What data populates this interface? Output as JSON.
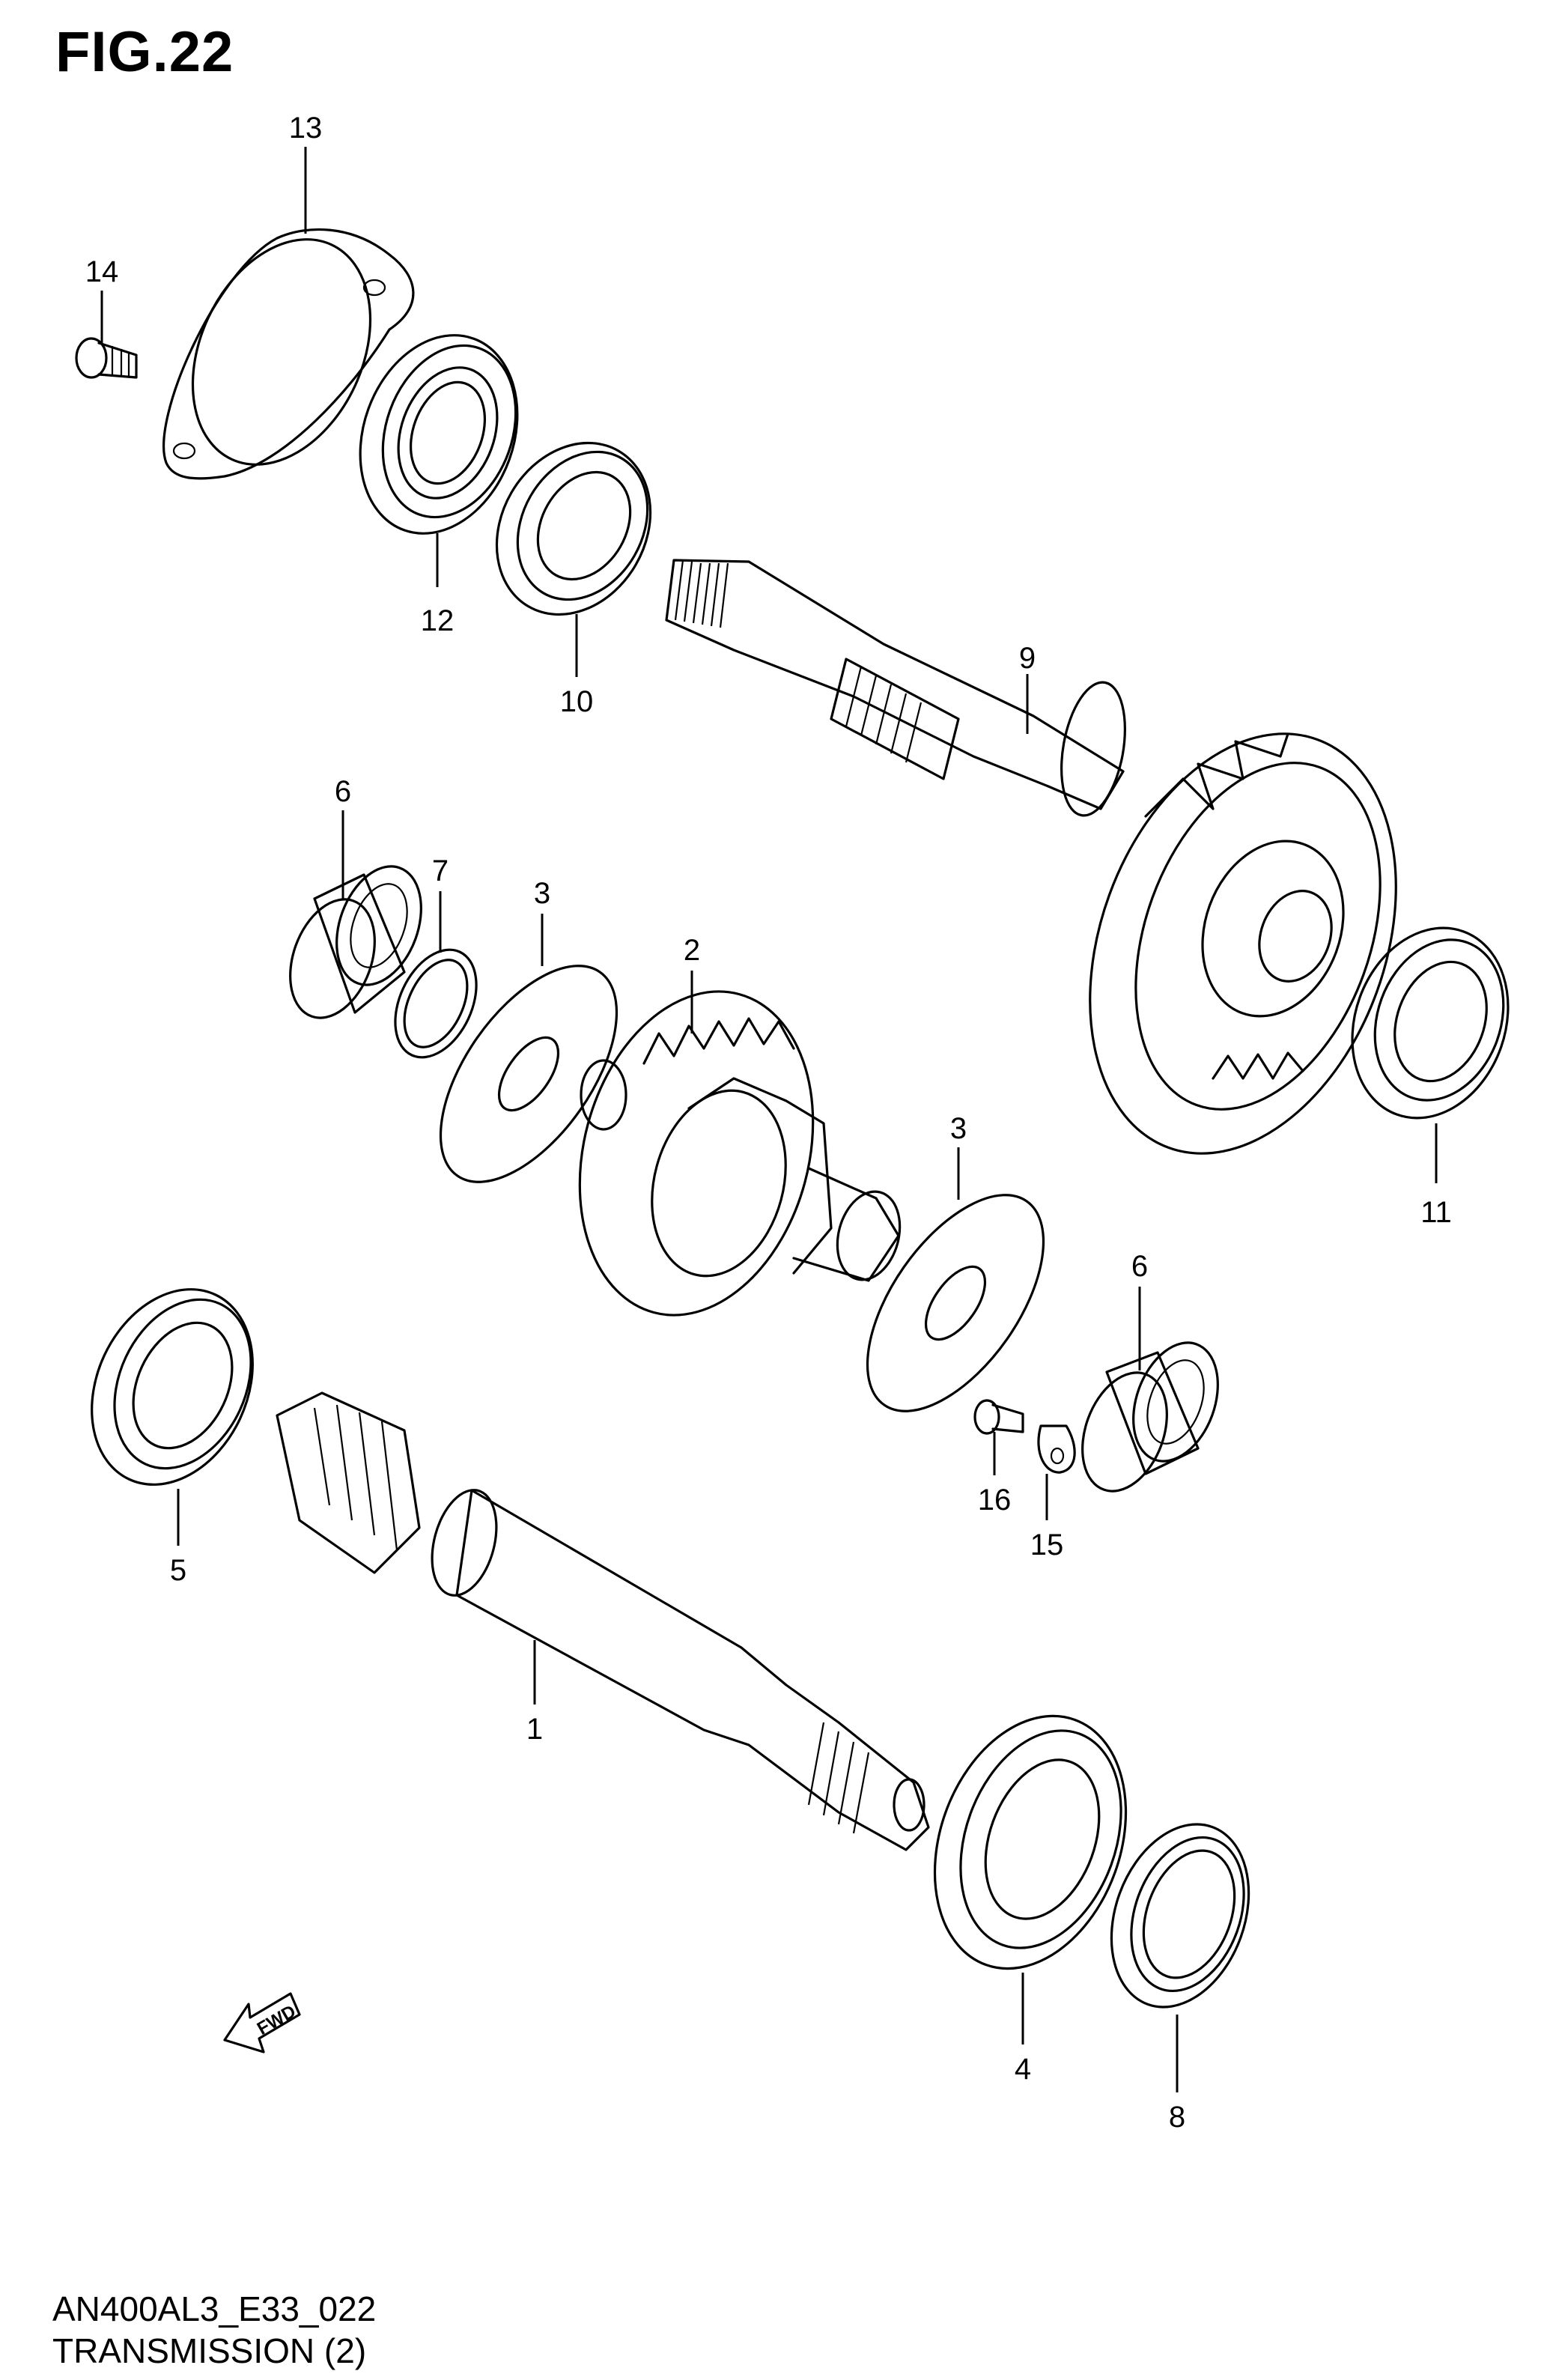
{
  "figure": {
    "title": "FIG.22",
    "model_code": "AN400AL3_E33_022",
    "caption": "TRANSMISSION (2)"
  },
  "callouts": [
    {
      "id": "c13",
      "label": "13"
    },
    {
      "id": "c14",
      "label": "14"
    },
    {
      "id": "c12",
      "label": "12"
    },
    {
      "id": "c10",
      "label": "10"
    },
    {
      "id": "c9",
      "label": "9"
    },
    {
      "id": "c6a",
      "label": "6"
    },
    {
      "id": "c7",
      "label": "7"
    },
    {
      "id": "c3a",
      "label": "3"
    },
    {
      "id": "c2",
      "label": "2"
    },
    {
      "id": "c11",
      "label": "11"
    },
    {
      "id": "c3b",
      "label": "3"
    },
    {
      "id": "c6b",
      "label": "6"
    },
    {
      "id": "c16",
      "label": "16"
    },
    {
      "id": "c15",
      "label": "15"
    },
    {
      "id": "c5",
      "label": "5"
    },
    {
      "id": "c1",
      "label": "1"
    },
    {
      "id": "c4",
      "label": "4"
    },
    {
      "id": "c8",
      "label": "8"
    }
  ],
  "direction_arrow": {
    "label": "FWD",
    "icon": "forward-arrow-icon"
  }
}
